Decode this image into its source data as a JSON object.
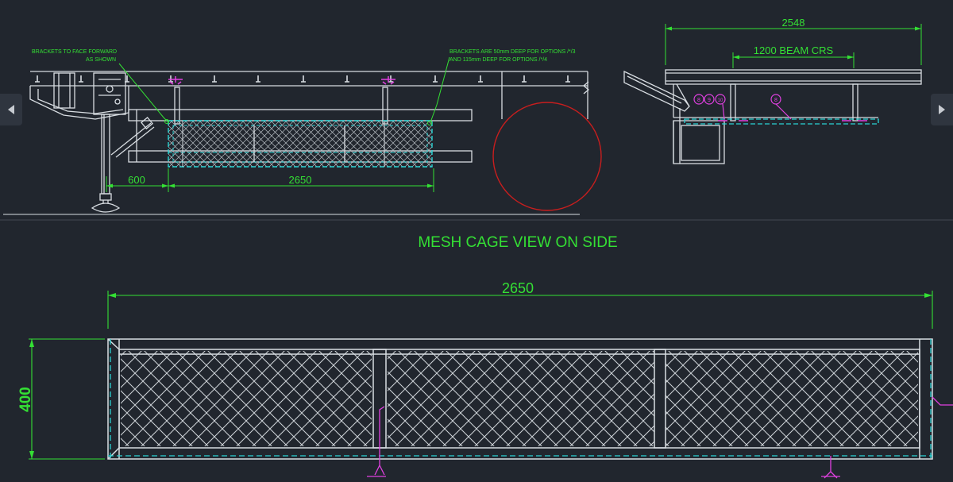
{
  "colors": {
    "background": "#21262e",
    "outline": "#d8dde2",
    "dimension": "#34e034",
    "cyan": "#2ad4d4",
    "magenta": "#e040e0",
    "circle": "#c81e1e",
    "nav_arrow": "#c7cbd1"
  },
  "icons": {
    "prev": "chevron-left-icon",
    "next": "chevron-right-icon"
  },
  "side_view": {
    "note_brackets_face": "BRACKETS TO FACE FORWARD",
    "note_as_shown": "AS SHOWN",
    "note_depth_line1": "BRACKETS ARE 50mm DEEP FOR OPTIONS /*/3",
    "note_depth_line2": "AND 115mm DEEP FOR OPTIONS /*/4",
    "dim_offset": "600",
    "dim_cage_length": "2650"
  },
  "end_view": {
    "dim_overall": "2548",
    "dim_beam_crs": "1200 BEAM CRS",
    "tag_1": "8",
    "tag_2": "9",
    "tag_3": "10",
    "tag_4": "8"
  },
  "cage_view": {
    "title": "MESH CAGE VIEW ON SIDE",
    "dim_length": "2650",
    "dim_height": "400"
  }
}
